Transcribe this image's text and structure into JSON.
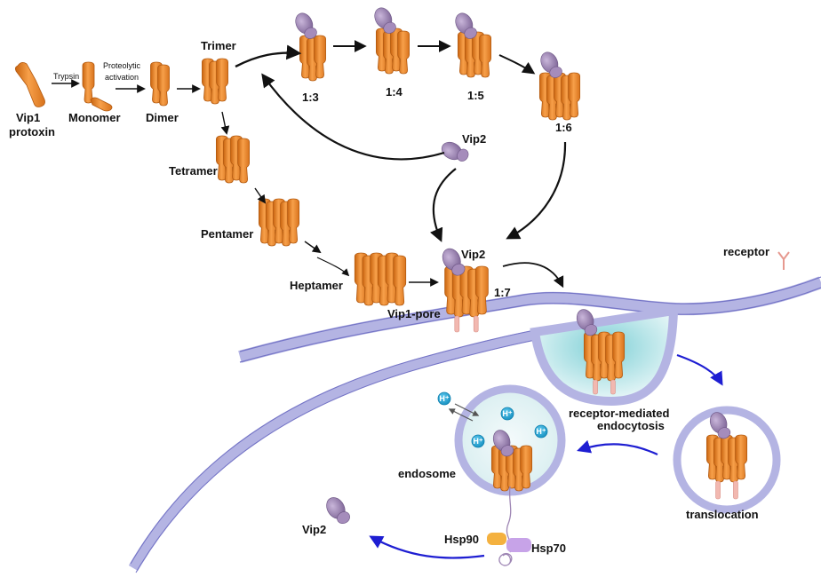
{
  "colors": {
    "protomer": "#f08a2a",
    "protomer_dark": "#c9640f",
    "vip2": "#9e86b4",
    "vip2_dark": "#6d5685",
    "membrane": "#a9a9de",
    "membrane_dark": "#6e6ec0",
    "receptor": "#f2b8b0",
    "proton": "#23a7d8",
    "endocytosis_glow": "#a6dcdf",
    "hsp90": "#f4b13f",
    "hsp70": "#c7a3e8",
    "blue_arrow": "#1e1ed2"
  },
  "labels": {
    "vip1": "Vip1",
    "protoxin": "protoxin",
    "trypsin": "Trypsin",
    "proteolytic": "Proteolytic",
    "activation": "activation",
    "monomer": "Monomer",
    "dimer": "Dimer",
    "trimer": "Trimer",
    "tetramer": "Tetramer",
    "pentamer": "Pentamer",
    "heptamer": "Heptamer",
    "vip1_pore": "Vip1-pore",
    "r13": "1:3",
    "r14": "1:4",
    "r15": "1:5",
    "r16": "1:6",
    "r17": "1:7",
    "vip2_free": "Vip2",
    "vip2_pore": "Vip2",
    "vip2_released": "Vip2",
    "receptor": "receptor",
    "rme_line1": "receptor-mediated",
    "rme_line2": "endocytosis",
    "translocation": "translocation",
    "endosome": "endosome",
    "hsp90": "Hsp90",
    "hsp70": "Hsp70",
    "h1": "H⁺",
    "h2": "H⁺",
    "h3": "H⁺",
    "h4": "H⁺"
  }
}
